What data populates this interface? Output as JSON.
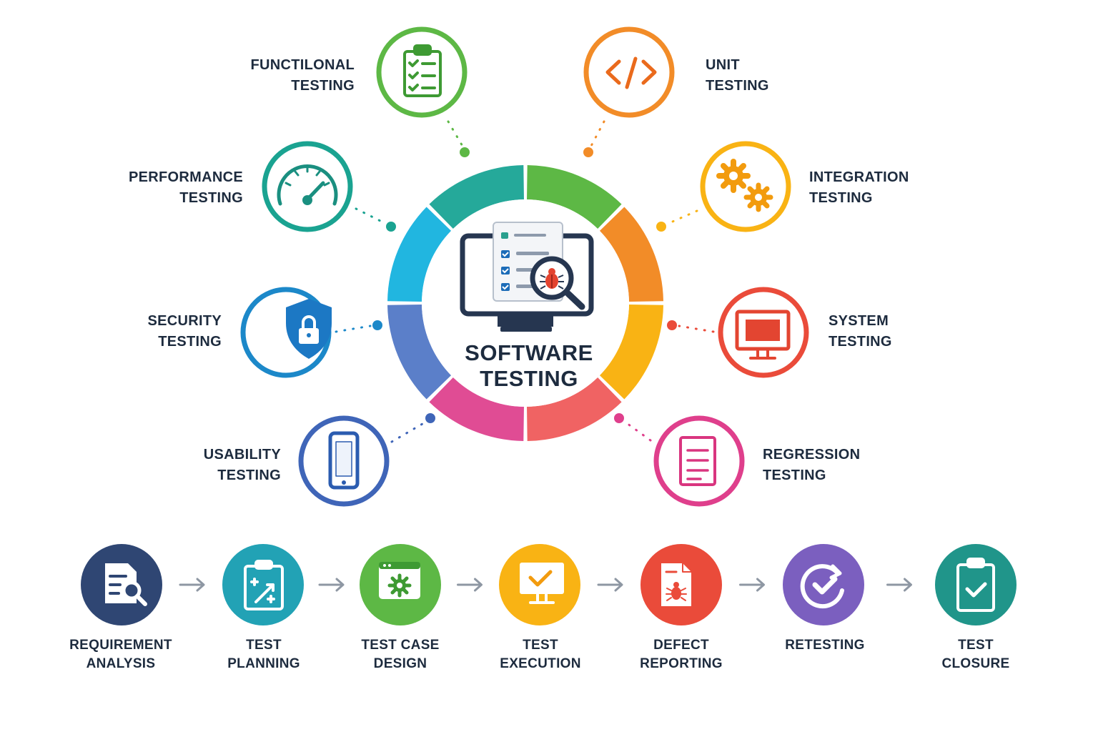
{
  "center": {
    "title_line1": "SOFTWARE",
    "title_line2": "TESTING",
    "icon": "monitor-checklist-magnifier-bug-icon"
  },
  "ring_colors": [
    "#5db845",
    "#f28c28",
    "#f9b314",
    "#f06363",
    "#e04c94",
    "#5b7fc9",
    "#21b6e0",
    "#25a99a"
  ],
  "testing_types": [
    {
      "line1": "FUNCTILONAL",
      "line2": "TESTING",
      "icon": "clipboard-checklist-icon",
      "color": "#5db845"
    },
    {
      "line1": "UNIT",
      "line2": "TESTING",
      "icon": "code-brackets-icon",
      "color": "#f28c28"
    },
    {
      "line1": "PERFORMANCE",
      "line2": "TESTING",
      "icon": "speedometer-icon",
      "color": "#1aa391"
    },
    {
      "line1": "INTEGRATION",
      "line2": "TESTING",
      "icon": "gears-icon",
      "color": "#f9b314"
    },
    {
      "line1": "SECURITY",
      "line2": "TESTING",
      "icon": "shield-lock-icon",
      "color": "#1c88c9"
    },
    {
      "line1": "SYSTEM",
      "line2": "TESTING",
      "icon": "monitor-icon",
      "color": "#ea4b3a"
    },
    {
      "line1": "USABILITY",
      "line2": "TESTING",
      "icon": "smartphone-icon",
      "color": "#3f65b8"
    },
    {
      "line1": "REGRESSION",
      "line2": "TESTING",
      "icon": "document-list-icon",
      "color": "#df3f8c"
    }
  ],
  "lifecycle": [
    {
      "line1": "REQUIREMENT",
      "line2": "ANALYSIS",
      "icon": "document-search-icon",
      "color": "#2f4673"
    },
    {
      "line1": "TEST",
      "line2": "PLANNING",
      "icon": "clipboard-plan-icon",
      "color": "#22a2b5"
    },
    {
      "line1": "TEST CASE",
      "line2": "DESIGN",
      "icon": "browser-gear-icon",
      "color": "#5db845"
    },
    {
      "line1": "TEST",
      "line2": "EXECUTION",
      "icon": "monitor-check-icon",
      "color": "#f9b314"
    },
    {
      "line1": "DEFECT",
      "line2": "REPORTING",
      "icon": "document-bug-icon",
      "color": "#ea4b3a"
    },
    {
      "line1": "RETESTING",
      "line2": "",
      "icon": "refresh-check-icon",
      "color": "#7b5fbf"
    },
    {
      "line1": "TEST",
      "line2": "CLOSURE",
      "icon": "clipboard-check-icon",
      "color": "#20958a"
    }
  ]
}
